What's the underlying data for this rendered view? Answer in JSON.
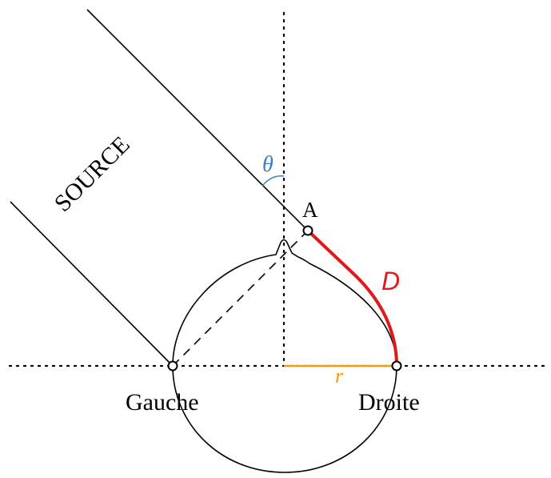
{
  "diagram": {
    "source_label": "SOURCE",
    "theta_label": "θ",
    "point_a_label": "A",
    "distance_label": "D",
    "radius_label": "r",
    "left_label": "Gauche",
    "right_label": "Droite"
  },
  "colors": {
    "ink": "#000000",
    "theta": "#3d7fc4",
    "distance": "#e0191b",
    "radius": "#f39c12",
    "background": "#ffffff"
  }
}
